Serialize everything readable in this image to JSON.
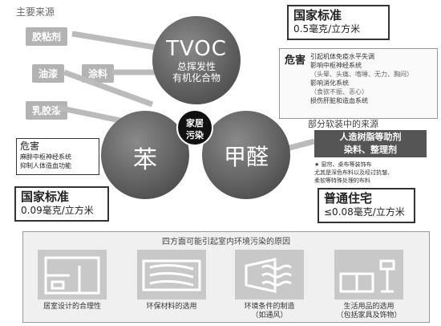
{
  "sources": {
    "title": "主要来源",
    "glue": "胶粘剂",
    "paint": "油漆",
    "coating": "涂料",
    "latex": "乳胶漆"
  },
  "tvoc": {
    "name": "TVOC",
    "desc1": "总挥发性",
    "desc2": "有机化合物",
    "standard_title": "国家标准",
    "standard_value": "0.5毫克/立方米"
  },
  "center": {
    "line1": "家居",
    "line2": "污染"
  },
  "harm": {
    "title": "危害",
    "items": [
      "引起机体免疫水平失调",
      "影响中枢神经系统",
      "（头晕、头痛、嗜睡、无力、胸闷）",
      "影响消化系统",
      "（食欲不振、恶心）",
      "损伤肝脏和造血系统"
    ]
  },
  "benzene": {
    "name": "苯",
    "harm_title": "危害",
    "harm_1": "麻醉中枢神经系统",
    "harm_2": "抑制人体造血功能",
    "standard_title": "国家标准",
    "standard_value": "0.09毫克/立方米"
  },
  "formaldehyde": {
    "name": "甲醛",
    "part_title": "部分软装中的来源",
    "source_1": "人造树脂等助剂",
    "source_2": "染料、整理剂",
    "note_1": "窗帘、桌布等装饰布",
    "note_2": "尤其是深色布料以及经过抗皱、",
    "note_3": "柔软等特殊处理的布料",
    "standard_title": "普通住宅",
    "standard_value": "≤0.08毫克/立方米"
  },
  "bottom": {
    "title": "四方面可能引起室内环境污染的原因",
    "items": [
      {
        "label1": "居室设计的合理性",
        "label2": "",
        "icon": "room-layout-icon"
      },
      {
        "label1": "环保材料的选用",
        "label2": "",
        "icon": "wood-material-icon"
      },
      {
        "label1": "环境条件的制造",
        "label2": "（如通风）",
        "icon": "ventilation-icon"
      },
      {
        "label1": "生活用品的选用",
        "label2": "（包括家具及饰物）",
        "icon": "furniture-icon"
      }
    ]
  }
}
